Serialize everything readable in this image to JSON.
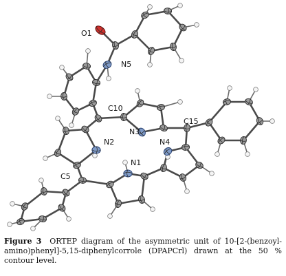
{
  "figure": {
    "atom_labels": {
      "o1": "O1",
      "n5": "N5",
      "c10": "C10",
      "n3": "N3",
      "c15": "C15",
      "n2": "N2",
      "n4": "N4",
      "n1": "N1",
      "c5": "C5"
    },
    "colors": {
      "carbon": "#9a9a9a",
      "nitrogen": "#7f9bc8",
      "oxygen": "#d0312d",
      "hydrogen": "#f4f4f4",
      "bond": "#4a4a4a"
    }
  },
  "caption": {
    "label": "Figure 3",
    "text": "ORTEP diagram of the asymmetric unit of 10-[2-(benzoyl-amino)phenyl]-5,15-diphenylcorrole (DPAPCrl) drawn at the 50 % contour level."
  }
}
